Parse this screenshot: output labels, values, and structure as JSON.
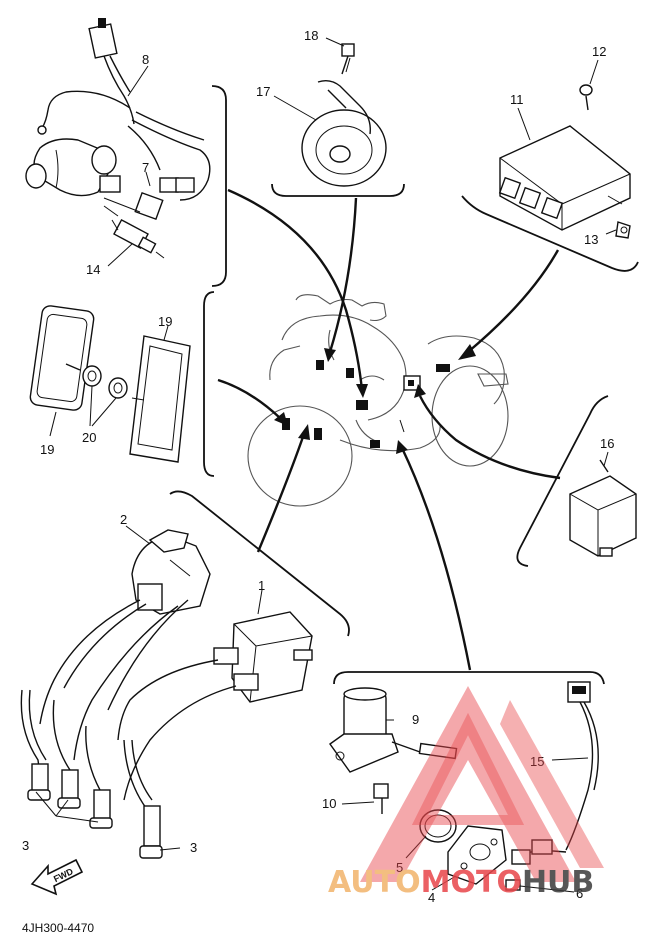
{
  "callouts": {
    "c1": "1",
    "c2": "2",
    "c3a": "3",
    "c3b": "3",
    "c4": "4",
    "c5": "5",
    "c6": "6",
    "c7": "7",
    "c8": "8",
    "c9": "9",
    "c10": "10",
    "c11": "11",
    "c12": "12",
    "c13": "13",
    "c14": "14",
    "c15": "15",
    "c16": "16",
    "c17": "17",
    "c18": "18",
    "c19a": "19",
    "c19b": "19",
    "c20": "20"
  },
  "diagram_code": "4JH300-4470",
  "fwd_label": "FWD",
  "watermark": {
    "part1": "AUTO",
    "part2": "MOTO",
    "part3": "HUB",
    "colors": {
      "auto": "#f2b36b",
      "moto": "#e8454a",
      "hub": "#3a3a3a"
    }
  }
}
